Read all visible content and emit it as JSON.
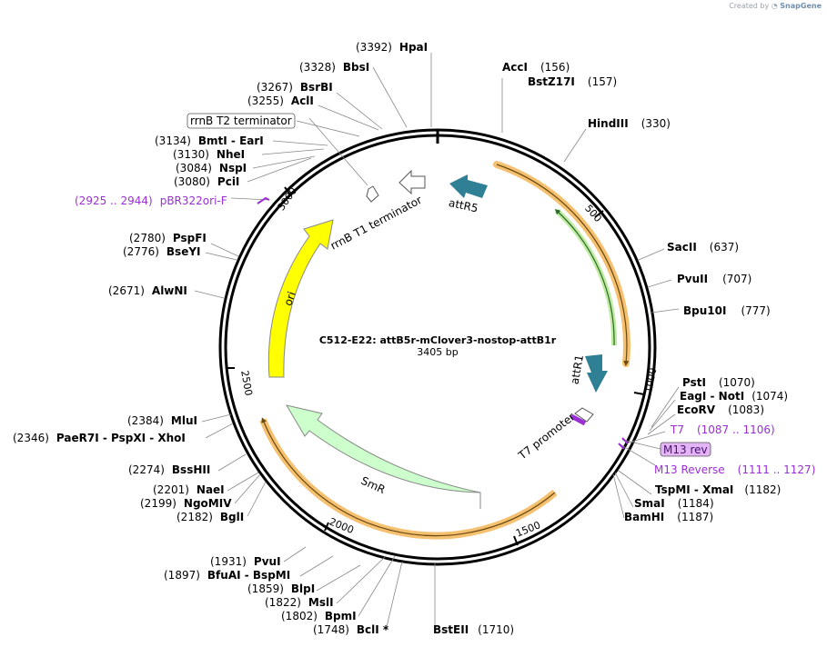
{
  "watermark": {
    "prefix": "Created by",
    "brand": "SnapGene"
  },
  "plasmid": {
    "title": "C512-E22: attB5r-mClover3-nostop-attB1r",
    "length": "3405 bp"
  },
  "colors": {
    "primer": "#9a2fd6",
    "attR": "#2f7f95",
    "ori": "#ffff00",
    "smr": "#ccffcc",
    "orf": "#f0b040",
    "green": "#78c850"
  },
  "ticks": [
    "500",
    "1000",
    "1500",
    "2000",
    "2500",
    "3000"
  ],
  "enzymes": [
    {
      "pos": "(3392)",
      "name": "HpaI"
    },
    {
      "pos": "(3328)",
      "name": "BbsI"
    },
    {
      "pos": "(3267)",
      "name": "BsrBI"
    },
    {
      "pos": "(3255)",
      "name": "AclI"
    },
    {
      "pos": "(3134)",
      "name": "BmtI  -  EarI"
    },
    {
      "pos": "(3130)",
      "name": "NheI"
    },
    {
      "pos": "(3084)",
      "name": "NspI"
    },
    {
      "pos": "(3080)",
      "name": "PciI"
    },
    {
      "pos": "(2780)",
      "name": "PspFI"
    },
    {
      "pos": "(2776)",
      "name": "BseYI"
    },
    {
      "pos": "(2671)",
      "name": "AlwNI"
    },
    {
      "pos": "(2384)",
      "name": "MluI"
    },
    {
      "pos": "(2346)",
      "name": "PaeR7I  -  PspXI  -  XhoI"
    },
    {
      "pos": "(2274)",
      "name": "BssHII"
    },
    {
      "pos": "(2201)",
      "name": "NaeI"
    },
    {
      "pos": "(2199)",
      "name": "NgoMIV"
    },
    {
      "pos": "(2182)",
      "name": "BglI"
    },
    {
      "pos": "(1931)",
      "name": "PvuI"
    },
    {
      "pos": "(1897)",
      "name": "BfuAI  -  BspMI"
    },
    {
      "pos": "(1859)",
      "name": "BlpI"
    },
    {
      "pos": "(1822)",
      "name": "MslI"
    },
    {
      "pos": "(1802)",
      "name": "BpmI"
    },
    {
      "pos": "(1748)",
      "name": "BclI *"
    },
    {
      "pos": "(1710)",
      "name": "BstEII"
    },
    {
      "pos": "(156)",
      "name": "AccI"
    },
    {
      "pos": "(157)",
      "name": "BstZ17I"
    },
    {
      "pos": "(330)",
      "name": "HindIII"
    },
    {
      "pos": "(637)",
      "name": "SacII"
    },
    {
      "pos": "(707)",
      "name": "PvuII"
    },
    {
      "pos": "(777)",
      "name": "Bpu10I"
    },
    {
      "pos": "(1070)",
      "name": "PstI"
    },
    {
      "pos": "(1074)",
      "name": "EagI  -  NotI"
    },
    {
      "pos": "(1083)",
      "name": "EcoRV"
    },
    {
      "pos": "(1182)",
      "name": "TspMI  -  XmaI"
    },
    {
      "pos": "(1184)",
      "name": "SmaI"
    },
    {
      "pos": "(1187)",
      "name": "BamHI"
    }
  ],
  "primers": {
    "pbr": {
      "name": "pBR322ori-F",
      "range": "(2925 .. 2944)"
    },
    "t7": {
      "name": "T7",
      "range": "(1087 .. 1106)"
    },
    "m13rev": {
      "name": "M13 rev"
    },
    "m13reverse": {
      "name": "M13 Reverse",
      "range": "(1111 .. 1127)"
    },
    "rrnb_t2": {
      "name": "rrnB T2 terminator"
    }
  },
  "features": {
    "rrnb_t1": "rrnB T1 terminator",
    "attr5": "attR5",
    "attr1": "attR1",
    "t7prom": "T7 promoter",
    "ori": "ori",
    "smr": "SmR"
  }
}
